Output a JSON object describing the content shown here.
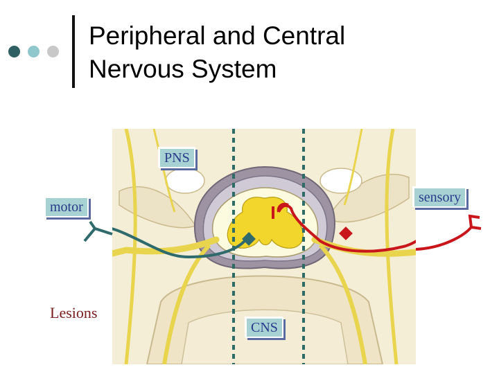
{
  "title": {
    "line1": "Peripheral and Central",
    "line2": "Nervous System"
  },
  "labels": {
    "pns": "PNS",
    "sensory": "sensory",
    "motor": "motor",
    "lesions": "Lesions",
    "cns": "CNS"
  },
  "colors": {
    "motor_pathway": "#2f6a6c",
    "sensory_pathway": "#c8161b",
    "nerve": "#e9d44d",
    "boundary_dash": "#2e6b66",
    "label_box": "#a7d1d3",
    "lesions_text": "#7a1c1c"
  }
}
